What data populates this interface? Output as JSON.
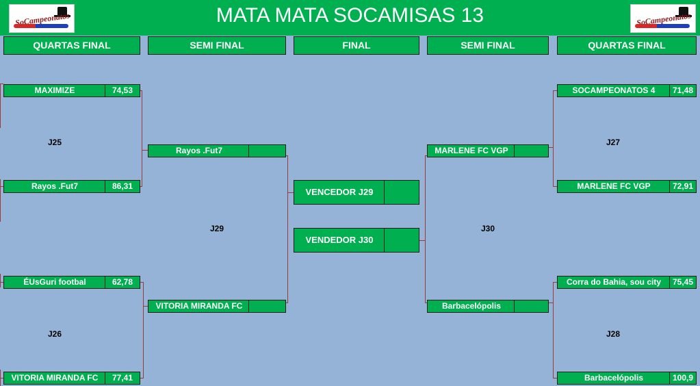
{
  "title": "MATA MATA SOCAMISAS 13",
  "logo_text": "SoCampeonatos",
  "columns": {
    "left_quarters": "QUARTAS FINAL",
    "left_semis": "SEMI FINAL",
    "final": "FINAL",
    "right_semis": "SEMI FINAL",
    "right_quarters": "QUARTAS FINAL"
  },
  "left_quarters": [
    {
      "name": "MAXIMIZE",
      "score": "74,53"
    },
    {
      "name": "Rayos .Fut7",
      "score": "86,31"
    },
    {
      "name": "ÉUsGuri footbal",
      "score": "62,78"
    },
    {
      "name": "VITORIA MIRANDA FC",
      "score": "77,41"
    }
  ],
  "right_quarters": [
    {
      "name": "SOCAMPEONATOS 4",
      "score": "71,48"
    },
    {
      "name": "MARLENE FC VGP",
      "score": "72,91"
    },
    {
      "name": "Corra do Bahia, sou city",
      "score": "75,45"
    },
    {
      "name": "Barbacelópolis",
      "score": "100,9"
    }
  ],
  "left_semis": [
    {
      "name": "Rayos .Fut7",
      "score": ""
    },
    {
      "name": "VITORIA MIRANDA FC",
      "score": ""
    }
  ],
  "right_semis": [
    {
      "name": "MARLENE FC VGP",
      "score": ""
    },
    {
      "name": "Barbacelópolis",
      "score": ""
    }
  ],
  "finalists": [
    {
      "name": "VENCEDOR J29",
      "score": ""
    },
    {
      "name": "VENDEDOR J30",
      "score": ""
    }
  ],
  "matches": {
    "j25": "J25",
    "j26": "J26",
    "j27": "J27",
    "j28": "J28",
    "j29": "J29",
    "j30": "J30"
  },
  "colors": {
    "background": "#95b3d7",
    "green": "#00b050",
    "bracket_line": "#9b3a3a"
  }
}
